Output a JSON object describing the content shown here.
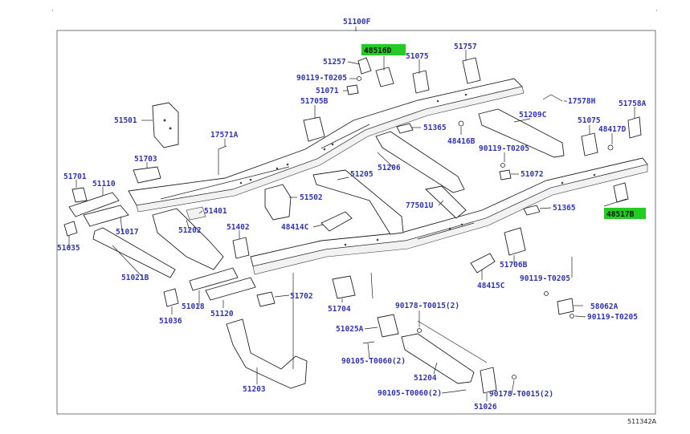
{
  "diagram": {
    "header_part": "51100F",
    "ref_code": "511342A",
    "highlight_color": "#22cc22",
    "label_color": "#2f33b8",
    "parts": {
      "p51257": "51257",
      "p48516D": "48516D",
      "p51075a": "51075",
      "p51757": "51757",
      "p90119_T0205a": "90119-T0205",
      "p51071": "51071",
      "p17578H": "17578H",
      "p51758A": "51758A",
      "p51705B": "51705B",
      "p51209C": "51209C",
      "p51075b": "51075",
      "p48417D": "48417D",
      "p51501": "51501",
      "p51365a": "51365",
      "p48416B": "48416B",
      "p90119_T0205b": "90119-T0205",
      "p17571A": "17571A",
      "p51703": "51703",
      "p51206": "51206",
      "p51072": "51072",
      "p51701": "51701",
      "p51205": "51205",
      "p51110": "51110",
      "p51502": "51502",
      "p77501U": "77501U",
      "p48517B": "48517B",
      "p51401": "51401",
      "p51365b": "51365",
      "p51402": "51402",
      "p48414C": "48414C",
      "p51017": "51017",
      "p51202": "51202",
      "p51035": "51035",
      "p51021B": "51021B",
      "p51706B": "51706B",
      "p90119_T0205c": "90119-T0205",
      "p48415C": "48415C",
      "p51702": "51702",
      "p51018": "51018",
      "p58062A": "58062A",
      "p51704": "51704",
      "p90178_T0015a": "90178-T0015(2)",
      "p51120": "51120",
      "p90119_T0205d": "90119-T0205",
      "p51036": "51036",
      "p51025A": "51025A",
      "p90105_T0060a": "90105-T0060(2)",
      "p51204": "51204",
      "p51203": "51203",
      "p90105_T0060b": "90105-T0060(2)",
      "p90178_T0015b": "90178-T0015(2)",
      "p51026": "51026"
    }
  }
}
